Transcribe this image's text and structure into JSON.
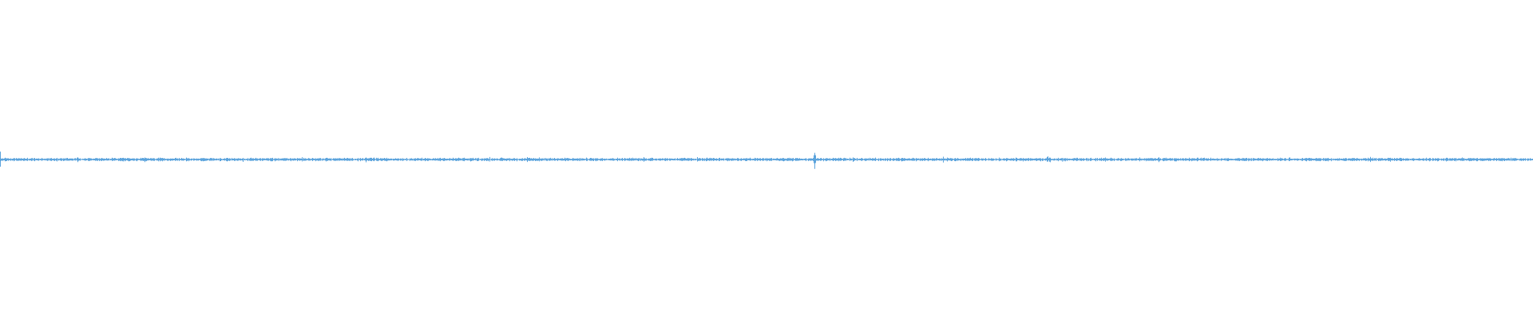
{
  "waveform": {
    "color": "#5ba3dc",
    "background": "#ffffff",
    "amplitude_min": -1,
    "amplitude_max": 1,
    "typical_peak": 0.012,
    "transient_peak": 0.06,
    "transient_position": 0.531
  }
}
